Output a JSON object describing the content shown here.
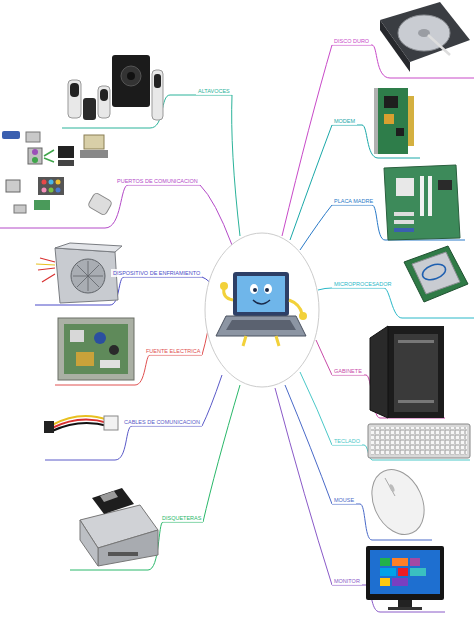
{
  "diagram": {
    "nodes": [
      {
        "text": [
          "ALTAVOCES"
        ]
      },
      {
        "text": [
          "PUERTOS DE COMUNICACION"
        ]
      },
      {
        "text": [
          "DISPOSITIVO DE ENFRIAMIENTO"
        ]
      },
      {
        "text": [
          "FUENTE ELECTRICA"
        ]
      },
      {
        "text": [
          "CABLES DE COMUNICACION"
        ]
      },
      {
        "text": [
          "DISQUETERAS"
        ]
      },
      {
        "text": [
          "DISCO DURO"
        ]
      },
      {
        "text": [
          "MODEM"
        ]
      },
      {
        "text": [
          "PLACA MADRE"
        ]
      },
      {
        "text": [
          "MICROPROCESADOR"
        ]
      },
      {
        "text": [
          "GABINETE"
        ]
      },
      {
        "text": [
          "TECLADO"
        ]
      },
      {
        "text": [
          "MOUSE"
        ]
      },
      {
        "text": [
          "MONITOR"
        ]
      }
    ]
  }
}
